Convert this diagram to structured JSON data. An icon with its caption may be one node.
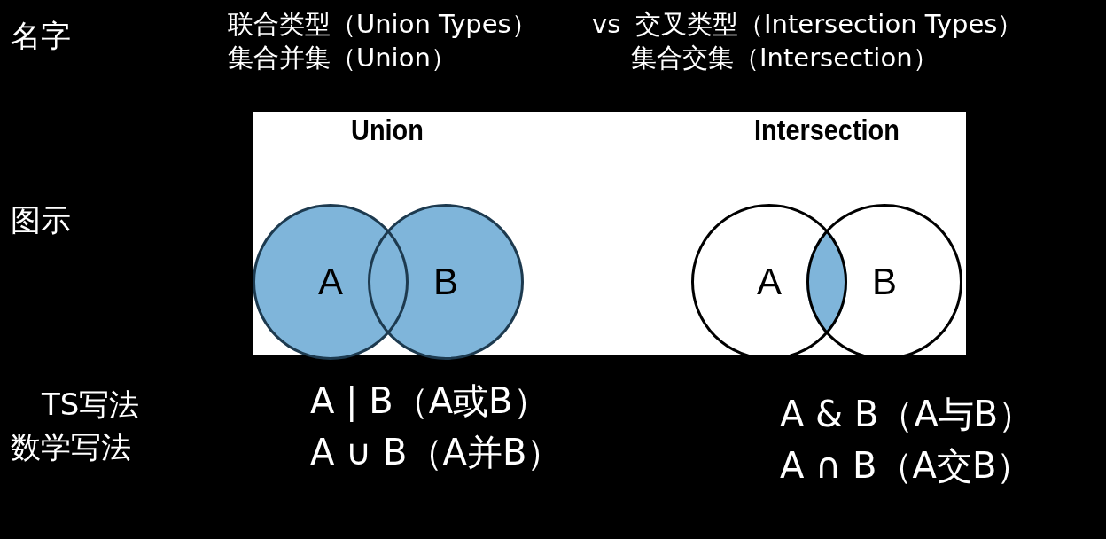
{
  "diagram": {
    "nodes": [
      {
        "text": [
          "A"
        ]
      },
      {
        "text": [
          "B"
        ]
      },
      {
        "text": [
          "A"
        ]
      },
      {
        "text": [
          "B"
        ]
      }
    ],
    "labels": [
      "名字",
      "联合类型（Union Types）",
      "vs",
      "交叉类型（Intersection Types）",
      "集合并集（Union）",
      "集合交集（Intersection）",
      "图示",
      "Union",
      "Intersection",
      "TS写法",
      "A | B（A或B）",
      "A & B（A与B）",
      "数学写法",
      "A ∪ B（A并B）",
      "A ∩ B（A交B）"
    ]
  }
}
